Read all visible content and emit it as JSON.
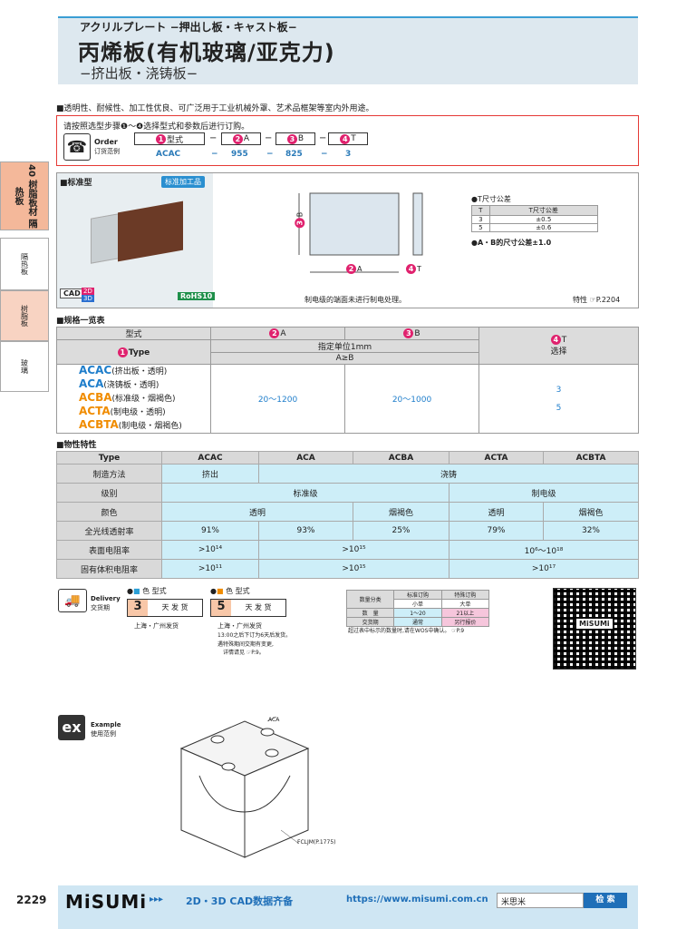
{
  "header": {
    "jp_title": "アクリルプレート −押出し板・キャスト板−",
    "title": "丙烯板(有机玻璃/亚克力)",
    "subtitle": "−挤出板・浇铸板−"
  },
  "lead": "■透明性、耐候性、加工性优良、可广泛用于工业机械外罩、艺术品框架等室内外用途。",
  "order": {
    "instruction": "请按照选型步骤❶～❹选择型式和参数后进行订购。",
    "label_en": "Order",
    "label_cn": "订货范例",
    "fields": [
      {
        "n": "1",
        "label": "型式",
        "value": "ACAC"
      },
      {
        "n": "2",
        "label": "A",
        "value": "955"
      },
      {
        "n": "3",
        "label": "B",
        "value": "825"
      },
      {
        "n": "4",
        "label": "T",
        "value": "3"
      }
    ]
  },
  "side_tabs": [
    {
      "label": "40 树脂板材 隔热板"
    },
    {
      "label": "隔热板"
    },
    {
      "label": "树脂板"
    },
    {
      "label": "玻璃"
    }
  ],
  "standard": {
    "title": "■标准型",
    "badge": "标准加工品",
    "cad": "CAD",
    "cad2d": "2D",
    "cad3d": "3D",
    "rohs": "RoHS10",
    "note": "制电级的端面未进行制电处理。",
    "property_ref": "特性 ☞P.2204",
    "tol_title": "●T尺寸公差",
    "tol_headers": [
      "T",
      "T尺寸公差"
    ],
    "tol_rows": [
      [
        "3",
        "±0.5"
      ],
      [
        "5",
        "±0.6"
      ]
    ],
    "ab_tol": "●A・B的尺寸公差±1.0",
    "dim_b": "B",
    "dim_a": "A",
    "dim_t": "T"
  },
  "spec": {
    "title": "■规格一览表",
    "h_type": "型式",
    "h_type2": "Type",
    "h_a": "A",
    "h_b": "B",
    "h_unit": "指定单位1mm",
    "h_ab": "A≥B",
    "h_t": "T",
    "h_select": "选择",
    "types": [
      {
        "code": "ACAC",
        "desc": "(挤出板・透明)"
      },
      {
        "code": "ACA",
        "desc": "(浇铸板・透明)"
      },
      {
        "code": "ACBA",
        "desc": "(标准级・烟褐色)"
      },
      {
        "code": "ACTA",
        "desc": "(制电级・透明)"
      },
      {
        "code": "ACBTA",
        "desc": "(制电级・烟褐色)"
      }
    ],
    "a_range": "20～1200",
    "b_range": "20～1000",
    "t_values": [
      "3",
      "5"
    ]
  },
  "props": {
    "title": "■物性特性",
    "headers": [
      "Type",
      "ACAC",
      "ACA",
      "ACBA",
      "ACTA",
      "ACBTA"
    ],
    "method": "制造方法",
    "extrude": "挤出",
    "cast": "浇铸",
    "grade": "级别",
    "std_grade": "标准级",
    "antistatic": "制电级",
    "color": "颜色",
    "transparent": "透明",
    "smoke": "烟褐色",
    "transparent2": "透明",
    "smoke2": "烟褐色",
    "transmit": "全光线透射率",
    "t1": "91%",
    "t2": "93%",
    "t3": "25%",
    "t4": "79%",
    "t5": "32%",
    "surface": "表面电阻率",
    "s1": ">10¹⁴",
    "s2": ">10¹⁵",
    "s3": "10⁶～10¹⁸",
    "volume": "固有体积电阻率",
    "v1": ">10¹¹",
    "v2": ">10¹⁵",
    "v3": ">10¹⁷"
  },
  "delivery": {
    "en": "Delivery",
    "cn": "交货期",
    "color_type": "色 型式",
    "d1": "3",
    "d1_label": "天 发 货",
    "d1_note": "上海・广州发货",
    "d2": "5",
    "d2_label": "天 发 货",
    "d2_note1": "上海・广州发货",
    "d2_note2": "13:00之后下订为6天后发货。",
    "d2_note3": "遇特殊期间交期有变更,",
    "d2_note4": "详情请见 ☞P.9。",
    "qty_headers": [
      "数量分类",
      "标准订购",
      "特殊订购"
    ],
    "qty_row1": [
      "",
      "小单",
      "大单"
    ],
    "qty_row2": [
      "数　量",
      "1～20",
      "21以上"
    ],
    "qty_row3": [
      "交货期",
      "通常",
      "另行报价"
    ],
    "qty_note": "超过表中标示的数量时,请在WOS中确认。 ☞P.9"
  },
  "example": {
    "icon": "ex",
    "en": "Example",
    "cn": "使用范例",
    "label_aca": "ACA",
    "label_fcljm": "FCLJM(P.1775)"
  },
  "footer": {
    "page": "2229",
    "brand": "MiSUMi",
    "arrows": "▸▸▸",
    "cad_text": "2D・3D CAD数据齐备",
    "url": "https://www.misumi.com.cn",
    "search_value": "米思米",
    "search_btn": "检 索"
  },
  "qr_brand": "MiSUMi"
}
